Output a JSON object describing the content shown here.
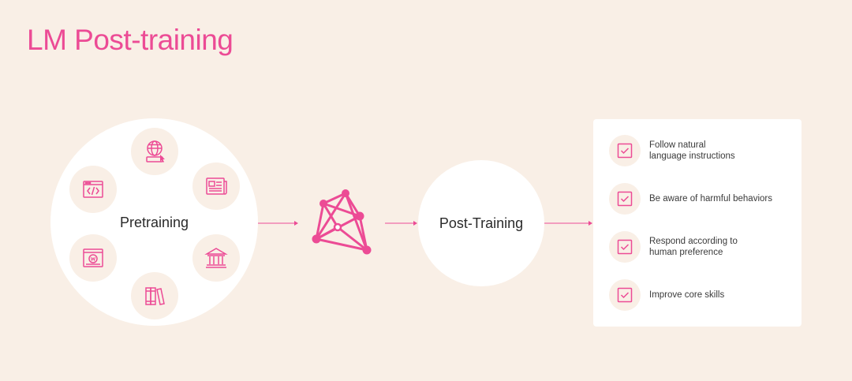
{
  "title": "LM Post-training",
  "pretraining": {
    "label": "Pretraining",
    "sources": [
      {
        "icon": "web-globe-icon"
      },
      {
        "icon": "newspaper-icon"
      },
      {
        "icon": "library-building-icon"
      },
      {
        "icon": "books-icon"
      },
      {
        "icon": "wikipedia-page-icon"
      },
      {
        "icon": "code-window-icon"
      }
    ]
  },
  "post_training": {
    "label": "Post-Training"
  },
  "goals": [
    {
      "text": "Follow natural\nlanguage instructions",
      "icon": "checkbox-icon"
    },
    {
      "text": "Be aware of harmful behaviors",
      "icon": "checkbox-icon"
    },
    {
      "text": "Respond according to\nhuman preference",
      "icon": "checkbox-icon"
    },
    {
      "text": "Improve core skills",
      "icon": "checkbox-icon"
    }
  ],
  "colors": {
    "accent": "#ec4b95",
    "background": "#f9efe6",
    "card": "#ffffff",
    "text": "#2a2a2a"
  }
}
